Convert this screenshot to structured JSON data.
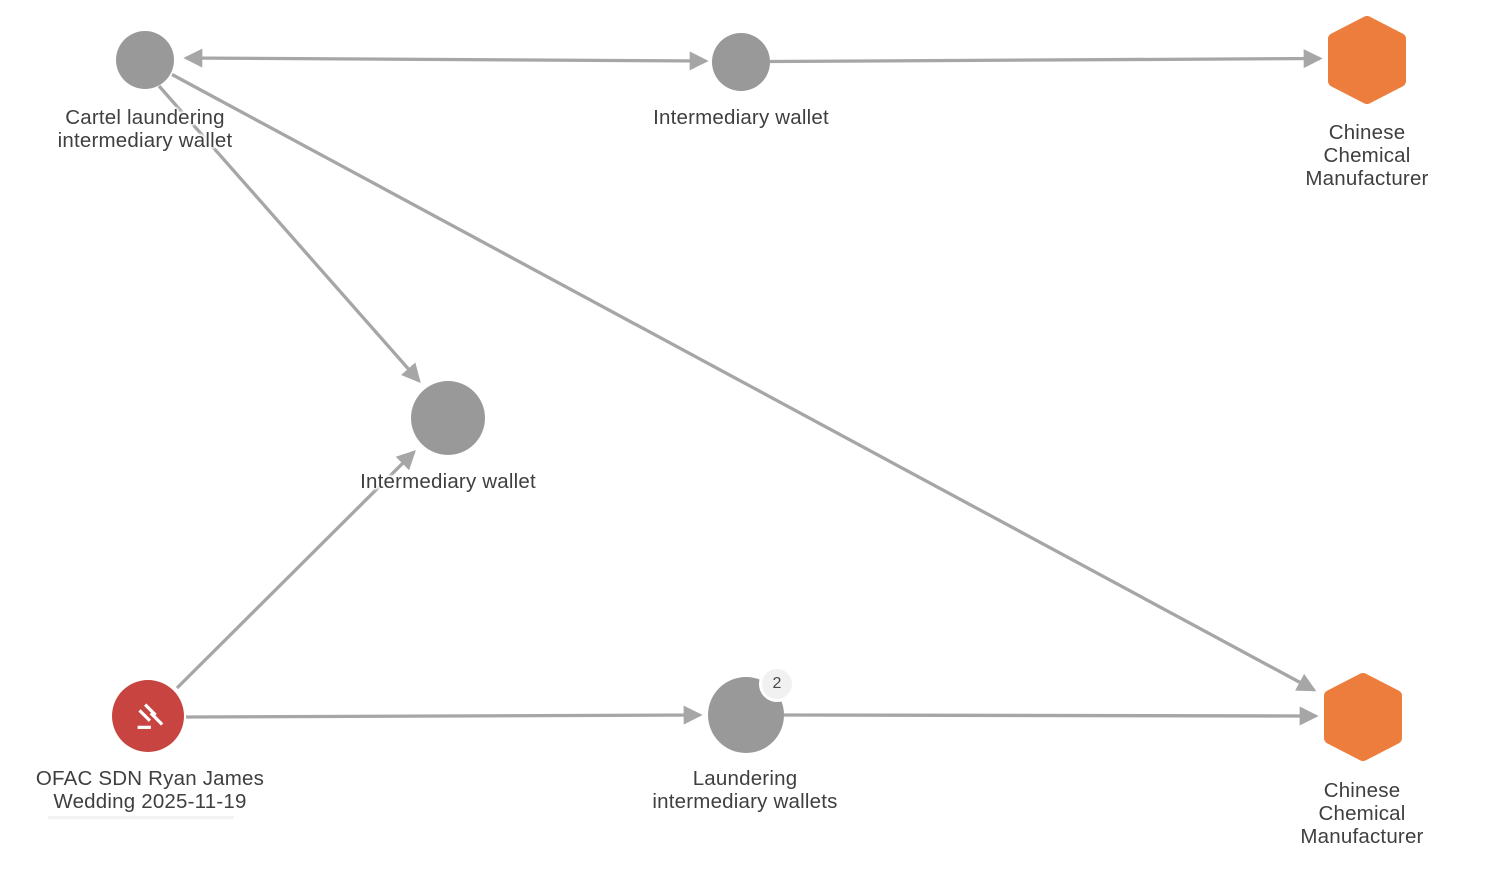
{
  "diagram": {
    "type": "entity-graph",
    "background": "#ffffff",
    "colors": {
      "wallet_node_gray": "#999999",
      "edge_gray": "#a6a6a6",
      "manufacturer_orange": "#ed7d3c",
      "sanction_red": "#c74440",
      "label_text": "#3f3f3f",
      "badge_bg": "#f1f1f1",
      "badge_text": "#4a4a4a"
    },
    "nodes": [
      {
        "id": "cartel-laundering-wallet",
        "shape": "circle",
        "color": "#999999",
        "label": "Cartel laundering\nintermediary wallet"
      },
      {
        "id": "intermediary-wallet-top",
        "shape": "circle",
        "color": "#999999",
        "label": "Intermediary wallet"
      },
      {
        "id": "chinese-chemical-manufacturer-top",
        "shape": "hexagon",
        "color": "#ed7d3c",
        "label": "Chinese Chemical\nManufacturer"
      },
      {
        "id": "intermediary-wallet-mid",
        "shape": "circle",
        "color": "#999999",
        "label": "Intermediary wallet"
      },
      {
        "id": "ofac-sdn-ryan-james-wedding",
        "shape": "circle",
        "color": "#c74440",
        "icon": "gavel-icon",
        "label": "OFAC SDN Ryan James\nWedding 2025-11-19"
      },
      {
        "id": "laundering-intermediary-wallets",
        "shape": "circle",
        "color": "#999999",
        "badge": "2",
        "label": "Laundering\nintermediary wallets"
      },
      {
        "id": "chinese-chemical-manufacturer-bottom",
        "shape": "hexagon",
        "color": "#ed7d3c",
        "label": "Chinese Chemical\nManufacturer"
      }
    ],
    "edges": [
      {
        "from": "intermediary-wallet-top",
        "to": "cartel-laundering-wallet",
        "bidirectional": true
      },
      {
        "from": "intermediary-wallet-top",
        "to": "chinese-chemical-manufacturer-top",
        "bidirectional": false
      },
      {
        "from": "cartel-laundering-wallet",
        "to": "intermediary-wallet-mid",
        "bidirectional": false
      },
      {
        "from": "cartel-laundering-wallet",
        "to": "chinese-chemical-manufacturer-bottom",
        "bidirectional": false
      },
      {
        "from": "ofac-sdn-ryan-james-wedding",
        "to": "intermediary-wallet-mid",
        "bidirectional": false
      },
      {
        "from": "ofac-sdn-ryan-james-wedding",
        "to": "laundering-intermediary-wallets",
        "bidirectional": false
      },
      {
        "from": "laundering-intermediary-wallets",
        "to": "chinese-chemical-manufacturer-bottom",
        "bidirectional": false
      }
    ]
  }
}
